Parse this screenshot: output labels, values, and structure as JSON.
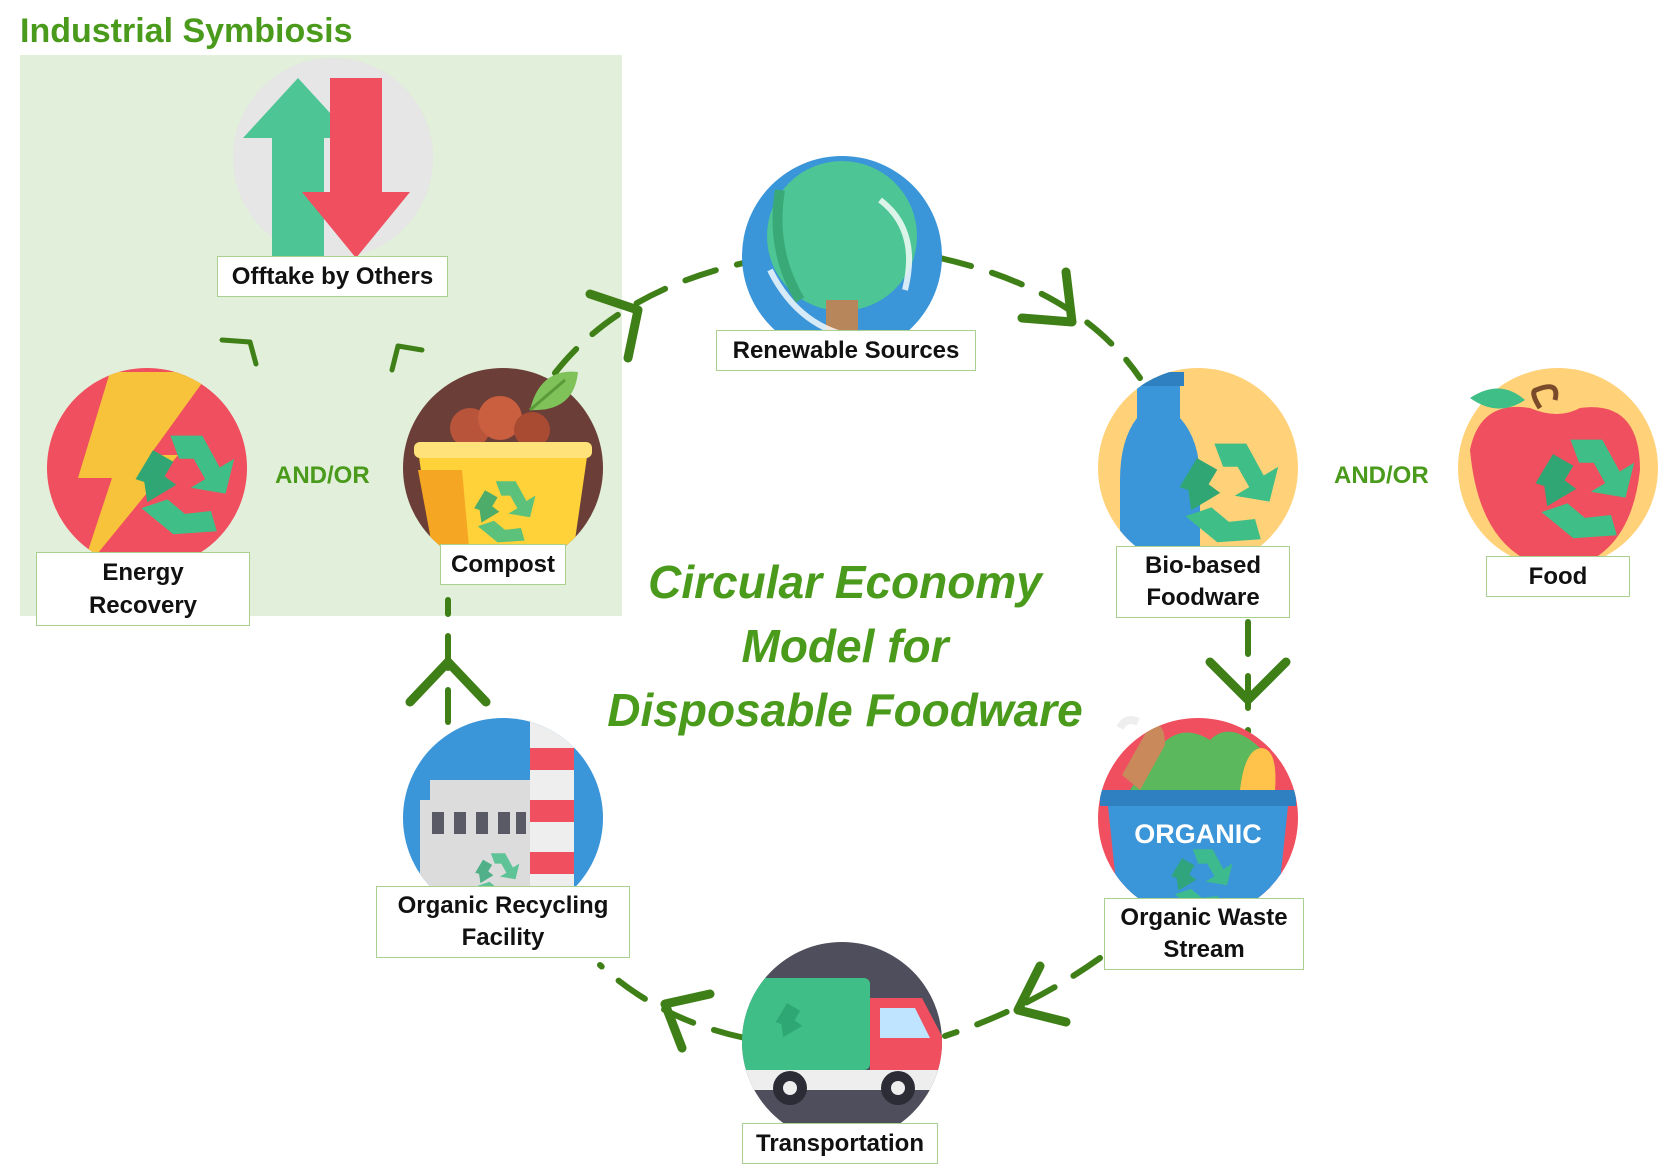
{
  "industrial_symbiosis": {
    "title": "Industrial Symbiosis"
  },
  "title_lines": [
    "Circular Economy",
    "Model for",
    "Disposable Foodware"
  ],
  "nodes": {
    "offtake": "Offtake by Others",
    "energy": "Energy Recovery",
    "compost": "Compost",
    "renewable": "Renewable Sources",
    "biobased_1": "Bio-based",
    "biobased_2": "Foodware",
    "food": "Food",
    "organic_waste_1": "Organic Waste",
    "organic_waste_2": "Stream",
    "transport": "Transportation",
    "recycling_1": "Organic Recycling",
    "recycling_2": "Facility",
    "organic_bin_text": "ORGANIC"
  },
  "and_or": [
    "AND/OR",
    "AND/OR"
  ],
  "colors": {
    "accent_green": "#4a9a1c",
    "arrow_green": "#3f7f17",
    "panel_bg": "#e2efda",
    "label_border": "#a9d08e",
    "red": "#ef4f5f",
    "teal": "#3fbf87",
    "blue": "#3a95d9",
    "yellow": "#ffd44d"
  }
}
